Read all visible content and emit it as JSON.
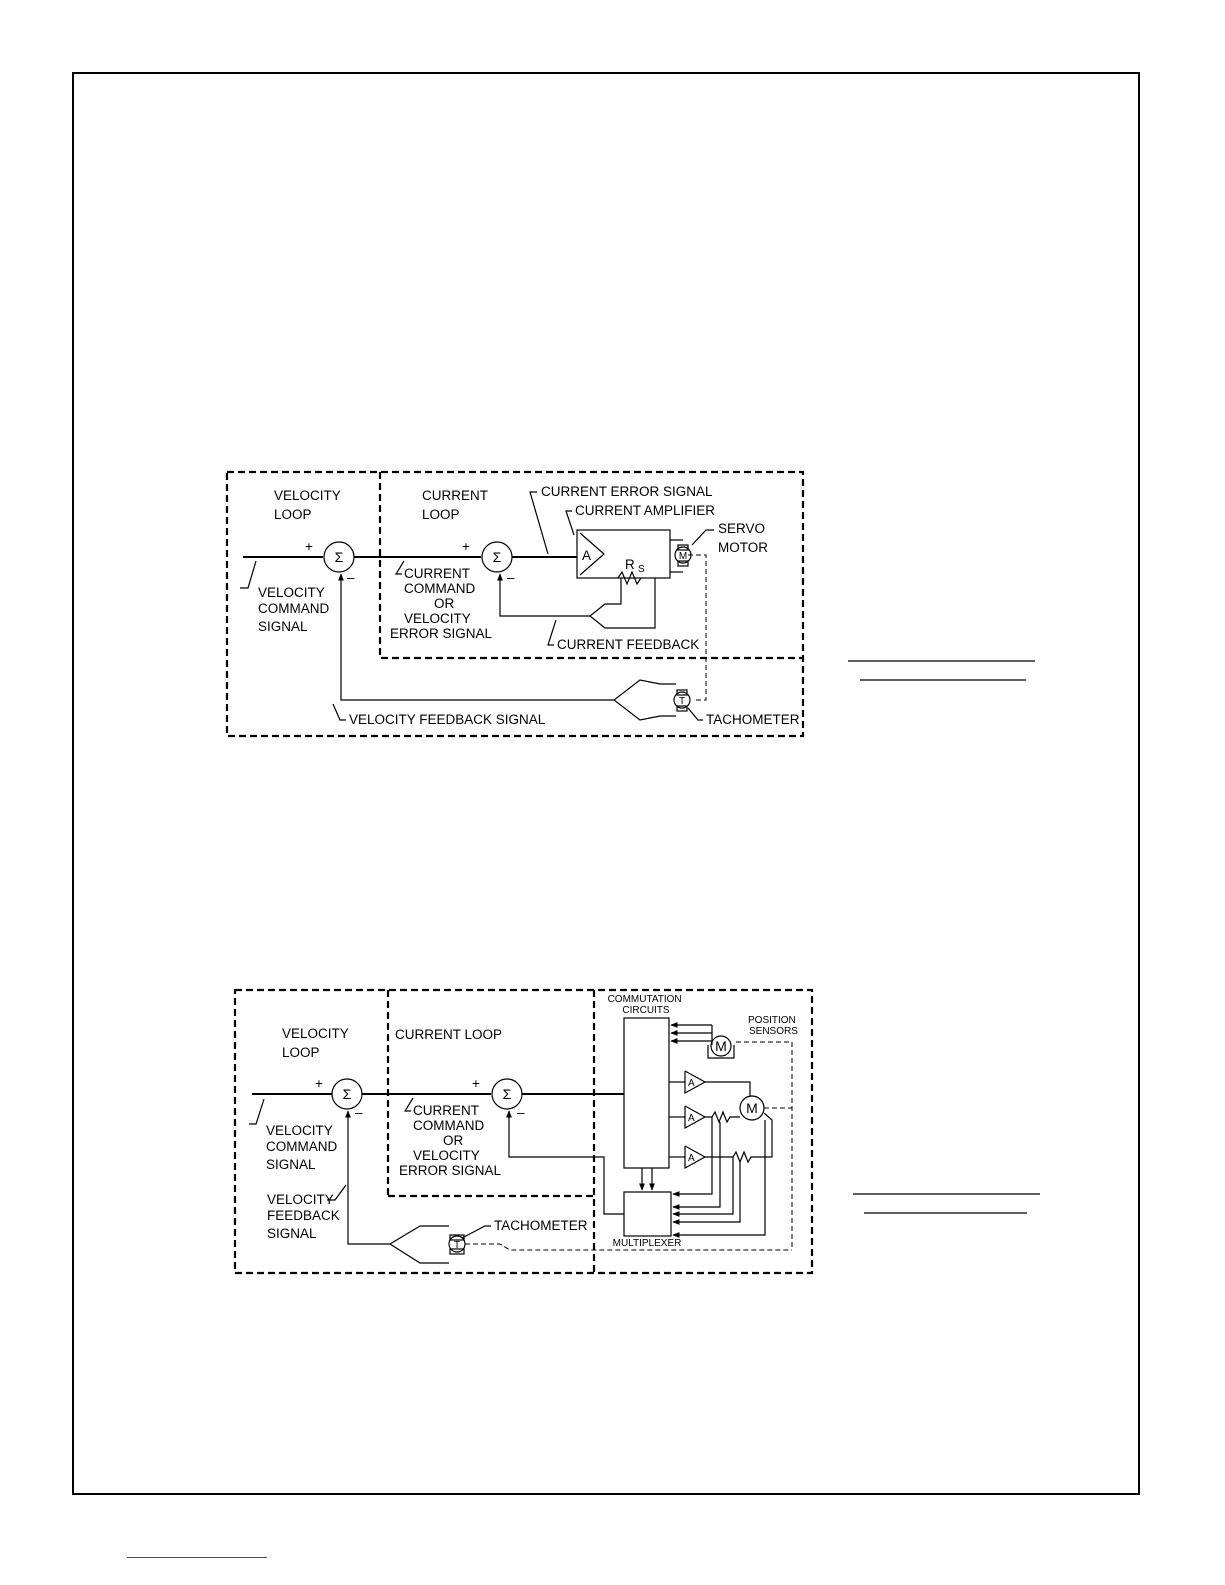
{
  "fig1": {
    "velocity_loop": [
      "VELOCITY",
      "LOOP"
    ],
    "current_loop": [
      "CURRENT",
      "LOOP"
    ],
    "current_error_signal": "CURRENT ERROR SIGNAL",
    "current_amplifier": "CURRENT AMPLIFIER",
    "servo_motor": [
      "SERVO",
      "MOTOR"
    ],
    "velocity_command_signal": [
      "VELOCITY",
      "COMMAND",
      "SIGNAL"
    ],
    "current_command": [
      "CURRENT",
      "COMMAND",
      "OR",
      "VELOCITY",
      "ERROR SIGNAL"
    ],
    "current_feedback": "CURRENT FEEDBACK",
    "velocity_feedback_signal": "VELOCITY FEEDBACK SIGNAL",
    "tachometer": "TACHOMETER",
    "sum_symbol": "Σ",
    "plus": "+",
    "minus": "–",
    "amp_symbol": "A",
    "motor_symbol": "M",
    "tach_symbol": "T",
    "rs_symbol": "R",
    "rs_sub": "S"
  },
  "fig2": {
    "velocity_loop": [
      "VELOCITY",
      "LOOP"
    ],
    "current_loop": "CURRENT LOOP",
    "commutation_circuits": [
      "COMMUTATION",
      "CIRCUITS"
    ],
    "position_sensors": [
      "POSITION",
      "SENSORS"
    ],
    "velocity_command_signal": [
      "VELOCITY",
      "COMMAND",
      "SIGNAL"
    ],
    "current_command": [
      "CURRENT",
      "COMMAND",
      "OR",
      "VELOCITY",
      "ERROR SIGNAL"
    ],
    "velocity_feedback_signal": [
      "VELOCITY",
      "FEEDBACK",
      "SIGNAL"
    ],
    "tachometer": "TACHOMETER",
    "multiplexer": "MULTIPLEXER",
    "sum_symbol": "Σ",
    "plus": "+",
    "minus": "–",
    "amp_symbol": "A",
    "motor_symbol": "M",
    "tach_symbol": "T"
  }
}
